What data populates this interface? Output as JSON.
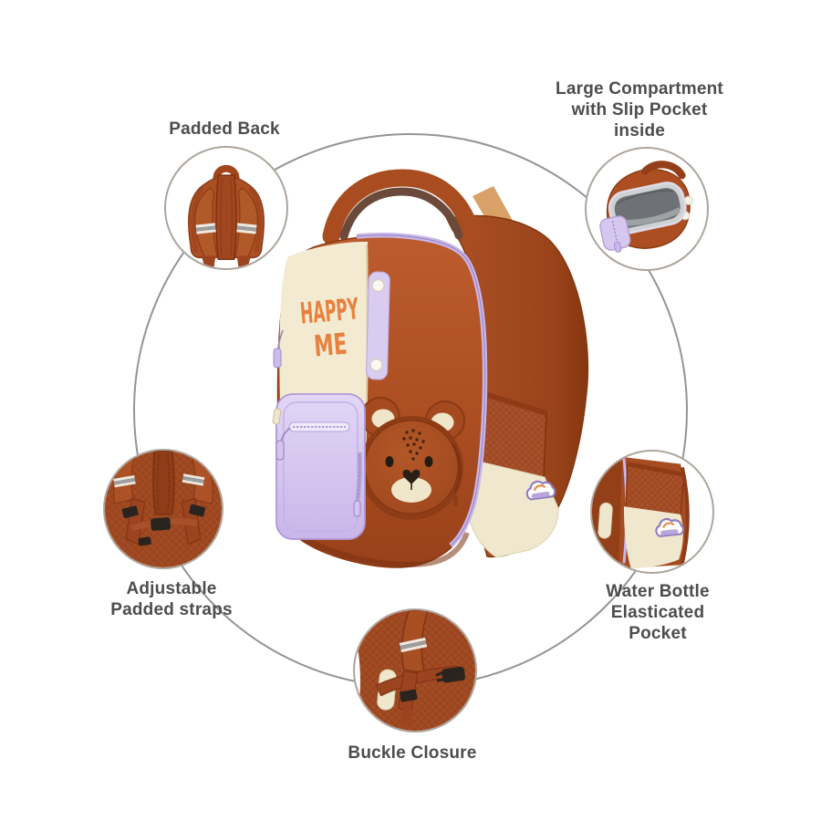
{
  "product": {
    "print_lines": [
      "HAPPY",
      "ME"
    ]
  },
  "callouts": {
    "padded_back": {
      "label_lines": [
        "Padded Back"
      ]
    },
    "large_compartment": {
      "label_lines": [
        "Large Compartment",
        "with Slip Pocket",
        "inside"
      ]
    },
    "adjustable_straps": {
      "label_lines": [
        "Adjustable",
        "Padded straps"
      ]
    },
    "water_bottle": {
      "label_lines": [
        "Water Bottle",
        "Elasticated",
        "Pocket"
      ]
    },
    "buckle_closure": {
      "label_lines": [
        "Buckle Closure"
      ]
    }
  },
  "colors": {
    "rust": "#AC4E22",
    "rust_dark": "#8E3B16",
    "cream": "#F2EBD1",
    "lilac_pocket": "#D6C7EE",
    "lilac_trim": "#C9B7E9",
    "print_orange": "#E8813F",
    "label_text": "#4C4D4F",
    "ring_gray": "#949494",
    "interior_gray": "#6E7276"
  }
}
